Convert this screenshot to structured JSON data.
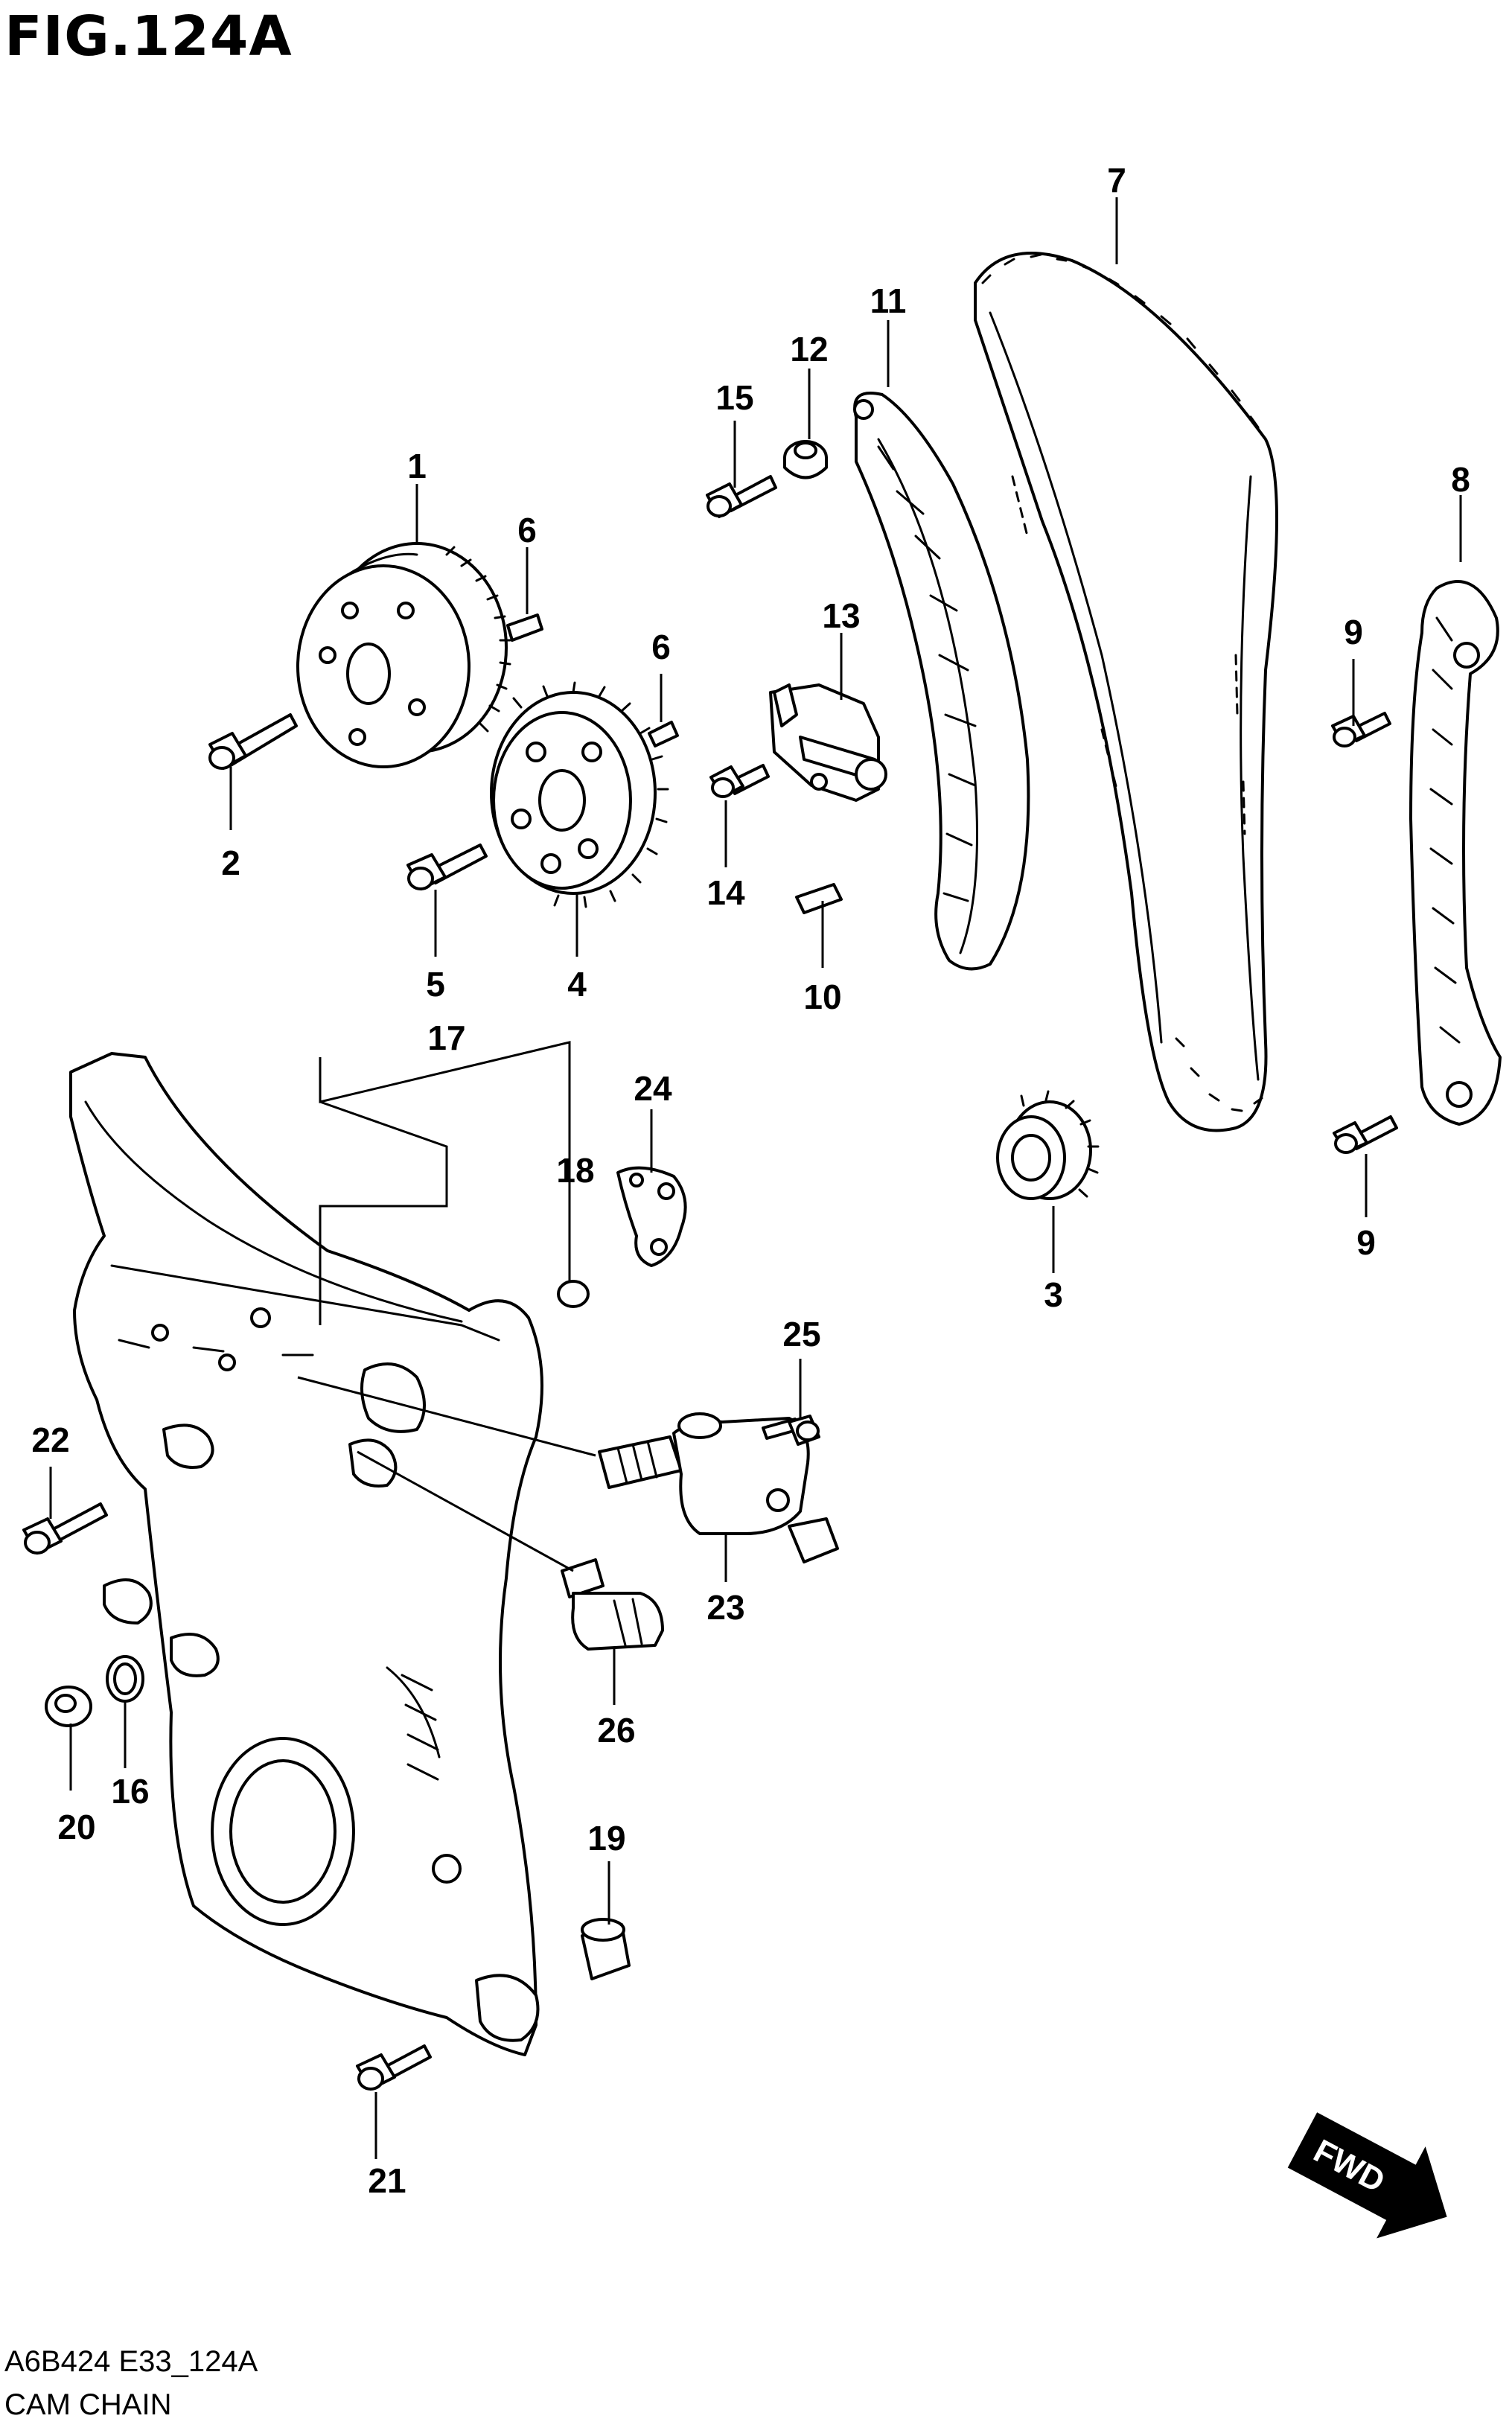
{
  "figure": {
    "title": "FIG.124A",
    "diagram_code": "A6B424 E33_124A",
    "section_name": "CAM CHAIN",
    "direction_label": "FWD"
  },
  "callouts": [
    "1",
    "2",
    "3",
    "4",
    "5",
    "6",
    "6",
    "7",
    "8",
    "9",
    "9",
    "10",
    "11",
    "12",
    "13",
    "14",
    "15",
    "16",
    "17",
    "18",
    "19",
    "20",
    "21",
    "22",
    "23",
    "24",
    "25",
    "26"
  ],
  "icons": {
    "direction_arrow": "fwd-arrow-icon"
  }
}
